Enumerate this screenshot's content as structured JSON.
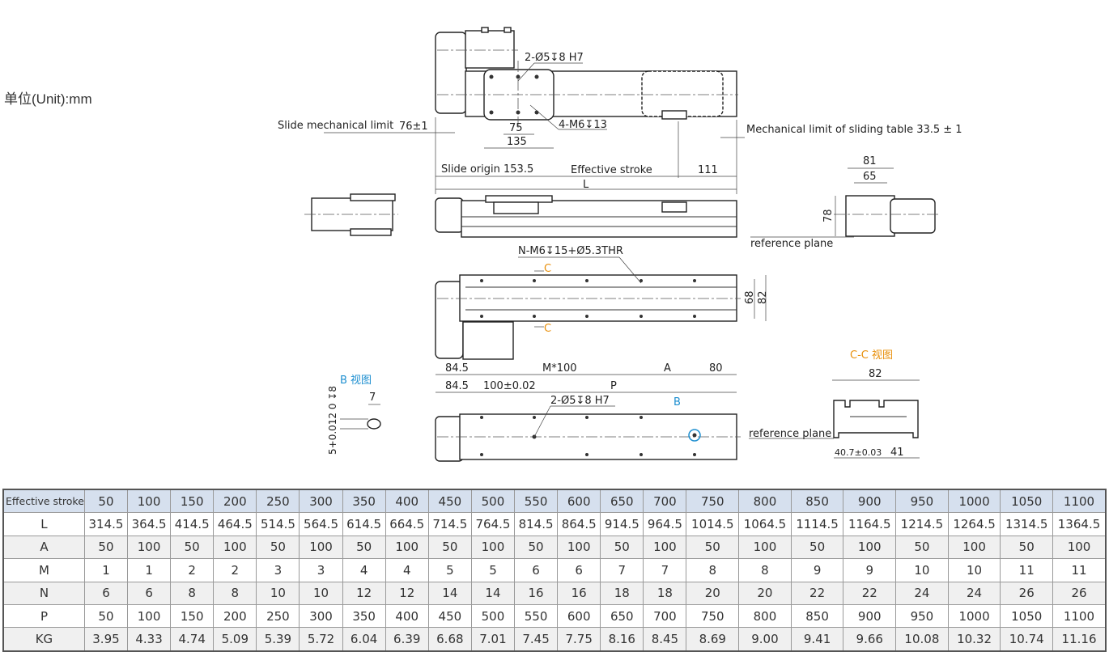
{
  "unit_label": "单位(Unit):mm",
  "drawing": {
    "hole_top": "2-Ø5↧8 H7",
    "thread_top": "4-M6↧13",
    "slide_limit_label": "Slide mechanical limit",
    "slide_limit_value": "76±1",
    "dim_75": "75",
    "dim_135": "135",
    "mech_limit_table": "Mechanical limit of sliding table 33.5 ± 1",
    "slide_origin": "Slide origin 153.5",
    "effective_stroke": "Effective stroke",
    "dim_111": "111",
    "dim_L": "L",
    "dim_81": "81",
    "dim_65": "65",
    "dim_78": "78",
    "reference_plane_1": "reference plane",
    "thread_bottom": "N-M6↧15+Ø5.3THR",
    "section_c_top": "C",
    "section_c_bottom": "C",
    "dim_68": "68",
    "dim_82_side": "82",
    "dim_84_5_a": "84.5",
    "dim_m100": "M*100",
    "dim_A": "A",
    "dim_80": "80",
    "dim_84_5_b": "84.5",
    "dim_100": "100±0.02",
    "dim_P": "P",
    "hole_bottom": "2-Ø5↧8 H7",
    "view_b_marker": "B",
    "view_b_title": "B 视图",
    "dim_7": "7",
    "dim_5_tol": "5+0.012 0 ↧8",
    "view_cc_title": "C-C 视图",
    "dim_82_cc": "82",
    "reference_plane_2": "reference plane",
    "dim_40_7": "40.7±0.03",
    "dim_41": "41"
  },
  "table": {
    "rows": [
      {
        "label": "Effective stroke",
        "values": [
          "50",
          "100",
          "150",
          "200",
          "250",
          "300",
          "350",
          "400",
          "450",
          "500",
          "550",
          "600",
          "650",
          "700",
          "750",
          "800",
          "850",
          "900",
          "950",
          "1000",
          "1050",
          "1100"
        ]
      },
      {
        "label": "L",
        "values": [
          "314.5",
          "364.5",
          "414.5",
          "464.5",
          "514.5",
          "564.5",
          "614.5",
          "664.5",
          "714.5",
          "764.5",
          "814.5",
          "864.5",
          "914.5",
          "964.5",
          "1014.5",
          "1064.5",
          "1114.5",
          "1164.5",
          "1214.5",
          "1264.5",
          "1314.5",
          "1364.5"
        ]
      },
      {
        "label": "A",
        "values": [
          "50",
          "100",
          "50",
          "100",
          "50",
          "100",
          "50",
          "100",
          "50",
          "100",
          "50",
          "100",
          "50",
          "100",
          "50",
          "100",
          "50",
          "100",
          "50",
          "100",
          "50",
          "100"
        ]
      },
      {
        "label": "M",
        "values": [
          "1",
          "1",
          "2",
          "2",
          "3",
          "3",
          "4",
          "4",
          "5",
          "5",
          "6",
          "6",
          "7",
          "7",
          "8",
          "8",
          "9",
          "9",
          "10",
          "10",
          "11",
          "11"
        ]
      },
      {
        "label": "N",
        "values": [
          "6",
          "6",
          "8",
          "8",
          "10",
          "10",
          "12",
          "12",
          "14",
          "14",
          "16",
          "16",
          "18",
          "18",
          "20",
          "20",
          "22",
          "22",
          "24",
          "24",
          "26",
          "26"
        ]
      },
      {
        "label": "P",
        "values": [
          "50",
          "100",
          "150",
          "200",
          "250",
          "300",
          "350",
          "400",
          "450",
          "500",
          "550",
          "600",
          "650",
          "700",
          "750",
          "800",
          "850",
          "900",
          "950",
          "1000",
          "1050",
          "1100"
        ]
      },
      {
        "label": "KG",
        "values": [
          "3.95",
          "4.33",
          "4.74",
          "5.09",
          "5.39",
          "5.72",
          "6.04",
          "6.39",
          "6.68",
          "7.01",
          "7.45",
          "7.75",
          "8.16",
          "8.45",
          "8.69",
          "9.00",
          "9.41",
          "9.66",
          "10.08",
          "10.32",
          "10.74",
          "11.16"
        ]
      }
    ]
  },
  "colors": {
    "section_label": "#e8900c",
    "view_label": "#1e8fd0",
    "header_row": "#d6e0ee"
  }
}
